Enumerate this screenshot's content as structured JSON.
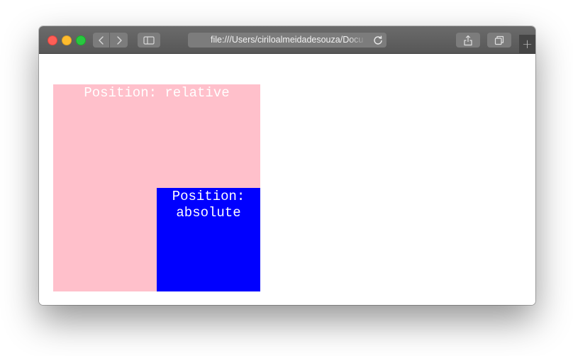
{
  "browser": {
    "address_url": "file:///Users/ciriloalmeidadesouza/Docu",
    "new_tab_label": "+",
    "traffic_colors": {
      "close": "#fe5f57",
      "minimize": "#febc2e",
      "maximize": "#28c840"
    }
  },
  "page": {
    "relative_label": "Position: relative",
    "absolute_label": "Position:\nabsolute",
    "colors": {
      "relative_box": "#ffc0cb",
      "absolute_box": "#0000ff",
      "label_text": "#ffffff"
    }
  },
  "icons": [
    "back-chevron-icon",
    "forward-chevron-icon",
    "sidebar-icon",
    "reload-icon",
    "share-icon",
    "tabs-overview-icon",
    "plus-icon"
  ]
}
